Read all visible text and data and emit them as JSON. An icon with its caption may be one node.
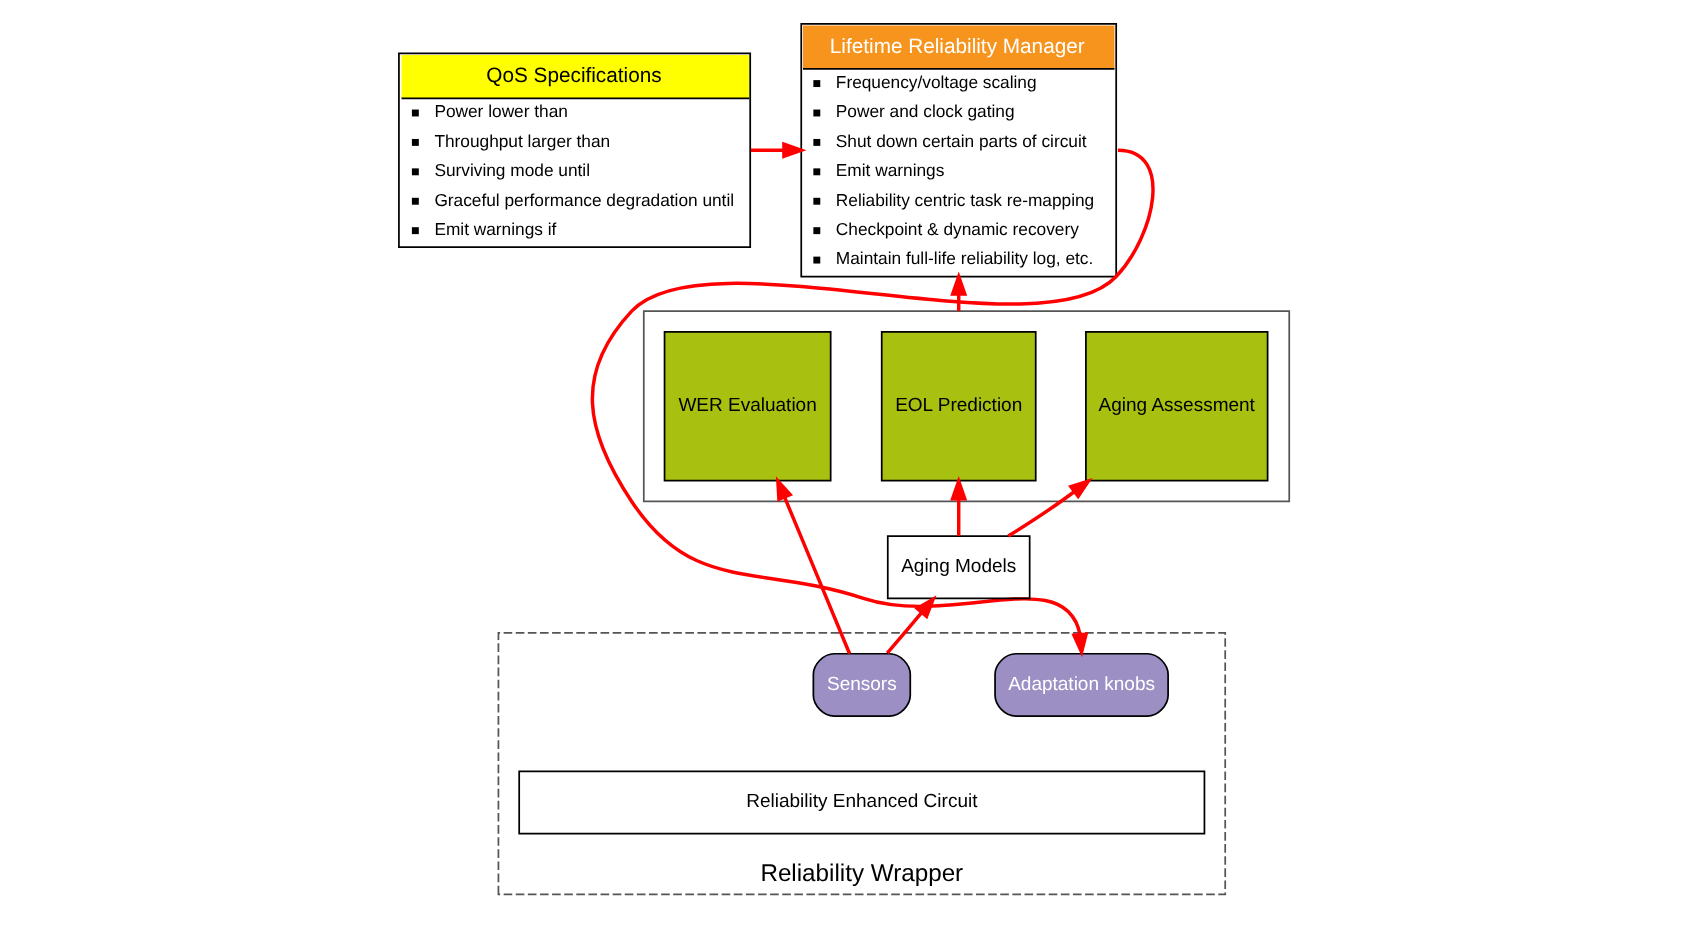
{
  "diagram": {
    "nodes": [
      {
        "text": [
          "QoS Specifications",
          "Power lower than",
          "Throughput larger than",
          "Surviving mode until",
          "Graceful performance degradation until",
          "Emit warnings if"
        ]
      },
      {
        "text": [
          "Lifetime Reliability Manager",
          "Frequency/voltage scaling",
          "Power and clock gating",
          "Shut down certain parts of circuit",
          "Emit warnings",
          "Reliability centric task re-mapping",
          "Checkpoint & dynamic recovery",
          "Maintain full-life reliability log, etc."
        ]
      },
      {
        "text": [],
        "shape": "box"
      },
      {
        "text": [
          "Aging Assessment"
        ],
        "in": 2
      },
      {
        "text": [
          "EOL Prediction"
        ],
        "in": 2
      },
      {
        "text": [
          "WER Evaluation"
        ],
        "in": 2
      },
      {
        "text": [
          "Aging Models"
        ]
      },
      {
        "text": [
          "Reliability Wrapper"
        ]
      },
      {
        "text": [
          "Sensors"
        ],
        "in": 7
      },
      {
        "text": [
          "Adaptation knobs"
        ],
        "in": 7
      },
      {
        "text": [
          "Reliability Enhanced Circuit"
        ],
        "in": 7
      }
    ],
    "edges": [
      {
        "from": 0,
        "to": 1,
        "arrow": "to"
      },
      {
        "from": 2,
        "to": 1,
        "arrow": "to"
      },
      {
        "from": 1,
        "to": 9,
        "arrow": "to"
      },
      {
        "from": 6,
        "to": 3,
        "arrow": "to"
      },
      {
        "from": 6,
        "to": 4,
        "arrow": "to"
      },
      {
        "from": 8,
        "to": 6,
        "arrow": "to"
      },
      {
        "from": 8,
        "to": 5,
        "arrow": "to"
      }
    ]
  }
}
